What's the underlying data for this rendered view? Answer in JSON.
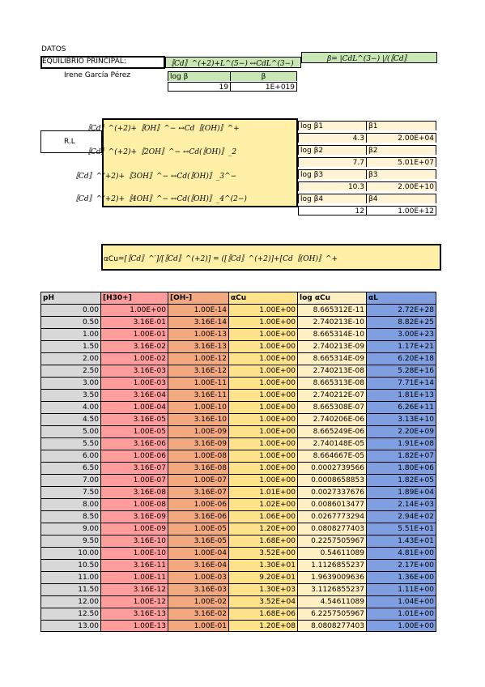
{
  "colors": {
    "green": "#c9e6b5",
    "yellow": "#fff0a8",
    "cream": "#fff4d6",
    "ph_bg": "#d8d8d8",
    "h3o_bg": "#ff9c9c",
    "oh_bg": "#f3a97f",
    "acu_bg": "#ffe38a",
    "logacu_bg": "#fff0c4",
    "al_bg": "#7f9fe0"
  },
  "header": {
    "datos": "DATOS",
    "equilibrio_label": "EQUILIBRIO PRINCIPAL:",
    "author": "Irene García Pérez",
    "main_reaction": "〚Cd〛^(+2)+L^(5−) ↔CdL^(3−)",
    "beta_formula": "β= |CdL^(3−) |/(〚Cd〛",
    "log_beta_header": "log β",
    "beta_header": "β",
    "log_beta_value": "19",
    "beta_value": "1E+019"
  },
  "side": {
    "rl_label": "R.L",
    "reactions": [
      "〚Cd〛^(+2)+〚OH〛^− ↔Cd〚(OH)〛^+",
      "〚Cd〛^(+2)+〚2OH〛^− ↔Cd(〚OH)〛_2",
      "〚Cd〛^(+2)+〚3OH〛^− ↔Cd(〚OH)〛_3^−",
      "〚Cd〛^(+2)+〚4OH〛^− ↔Cd(〚OH)〛_4^(2−)"
    ],
    "constants": [
      {
        "log_label": "log β1",
        "beta_label": "β1",
        "log_value": "4.3",
        "beta_value": "2.00E+04"
      },
      {
        "log_label": "log β2",
        "beta_label": "β2",
        "log_value": "7.7",
        "beta_value": "5.01E+07"
      },
      {
        "log_label": "log β3",
        "beta_label": "β3",
        "log_value": "10.3",
        "beta_value": "2.00E+10"
      },
      {
        "log_label": "log β4",
        "beta_label": "β4",
        "log_value": "12",
        "beta_value": "1.00E+12"
      }
    ]
  },
  "formula": {
    "prefix": "αCu",
    "body": "=[〚Cd〛^′]/[〚Cd〛^(+2)] = ([〚Cd〛^(+2)]+[Cd〚(OH)〛^+"
  },
  "table": {
    "headers": [
      "pH",
      "[H30+]",
      "[OH-]",
      "αCu",
      "log αCu",
      "αL"
    ],
    "rows": [
      [
        "0.00",
        "1.00E+00",
        "1.00E-14",
        "1.00E+00",
        "8.665312E-11",
        "2.72E+28"
      ],
      [
        "0.50",
        "3.16E-01",
        "3.16E-14",
        "1.00E+00",
        "2.740213E-10",
        "8.82E+25"
      ],
      [
        "1.00",
        "1.00E-01",
        "1.00E-13",
        "1.00E+00",
        "8.665314E-10",
        "3.00E+23"
      ],
      [
        "1.50",
        "3.16E-02",
        "3.16E-13",
        "1.00E+00",
        "2.740213E-09",
        "1.17E+21"
      ],
      [
        "2.00",
        "1.00E-02",
        "1.00E-12",
        "1.00E+00",
        "8.665314E-09",
        "6.20E+18"
      ],
      [
        "2.50",
        "3.16E-03",
        "3.16E-12",
        "1.00E+00",
        "2.740213E-08",
        "5.28E+16"
      ],
      [
        "3.00",
        "1.00E-03",
        "1.00E-11",
        "1.00E+00",
        "8.665313E-08",
        "7.71E+14"
      ],
      [
        "3.50",
        "3.16E-04",
        "3.16E-11",
        "1.00E+00",
        "2.740212E-07",
        "1.81E+13"
      ],
      [
        "4.00",
        "1.00E-04",
        "1.00E-10",
        "1.00E+00",
        "8.665308E-07",
        "6.26E+11"
      ],
      [
        "4.50",
        "3.16E-05",
        "3.16E-10",
        "1.00E+00",
        "2.740206E-06",
        "3.13E+10"
      ],
      [
        "5.00",
        "1.00E-05",
        "1.00E-09",
        "1.00E+00",
        "8.665249E-06",
        "2.20E+09"
      ],
      [
        "5.50",
        "3.16E-06",
        "3.16E-09",
        "1.00E+00",
        "2.740148E-05",
        "1.91E+08"
      ],
      [
        "6.00",
        "1.00E-06",
        "1.00E-08",
        "1.00E+00",
        "8.664667E-05",
        "1.82E+07"
      ],
      [
        "6.50",
        "3.16E-07",
        "3.16E-08",
        "1.00E+00",
        "0.0002739566",
        "1.80E+06"
      ],
      [
        "7.00",
        "1.00E-07",
        "1.00E-07",
        "1.00E+00",
        "0.0008658853",
        "1.82E+05"
      ],
      [
        "7.50",
        "3.16E-08",
        "3.16E-07",
        "1.01E+00",
        "0.0027337676",
        "1.89E+04"
      ],
      [
        "8.00",
        "1.00E-08",
        "1.00E-06",
        "1.02E+00",
        "0.0086013477",
        "2.14E+03"
      ],
      [
        "8.50",
        "3.16E-09",
        "3.16E-06",
        "1.06E+00",
        "0.0267773294",
        "2.94E+02"
      ],
      [
        "9.00",
        "1.00E-09",
        "1.00E-05",
        "1.20E+00",
        "0.0808277403",
        "5.51E+01"
      ],
      [
        "9.50",
        "3.16E-10",
        "3.16E-05",
        "1.68E+00",
        "0.2257505967",
        "1.43E+01"
      ],
      [
        "10.00",
        "1.00E-10",
        "1.00E-04",
        "3.52E+00",
        "0.54611089",
        "4.81E+00"
      ],
      [
        "10.50",
        "3.16E-11",
        "3.16E-04",
        "1.30E+01",
        "1.1126855237",
        "2.17E+00"
      ],
      [
        "11.00",
        "1.00E-11",
        "1.00E-03",
        "9.20E+01",
        "1.9639009636",
        "1.36E+00"
      ],
      [
        "11.50",
        "3.16E-12",
        "3.16E-03",
        "1.30E+03",
        "3.1126855237",
        "1.11E+00"
      ],
      [
        "12.00",
        "1.00E-12",
        "1.00E-02",
        "3.52E+04",
        "4.54611089",
        "1.04E+00"
      ],
      [
        "12.50",
        "3.16E-13",
        "3.16E-02",
        "1.68E+06",
        "6.2257505967",
        "1.01E+00"
      ],
      [
        "13.00",
        "1.00E-13",
        "1.00E-01",
        "1.20E+08",
        "8.0808277403",
        "1.00E+00"
      ]
    ]
  }
}
